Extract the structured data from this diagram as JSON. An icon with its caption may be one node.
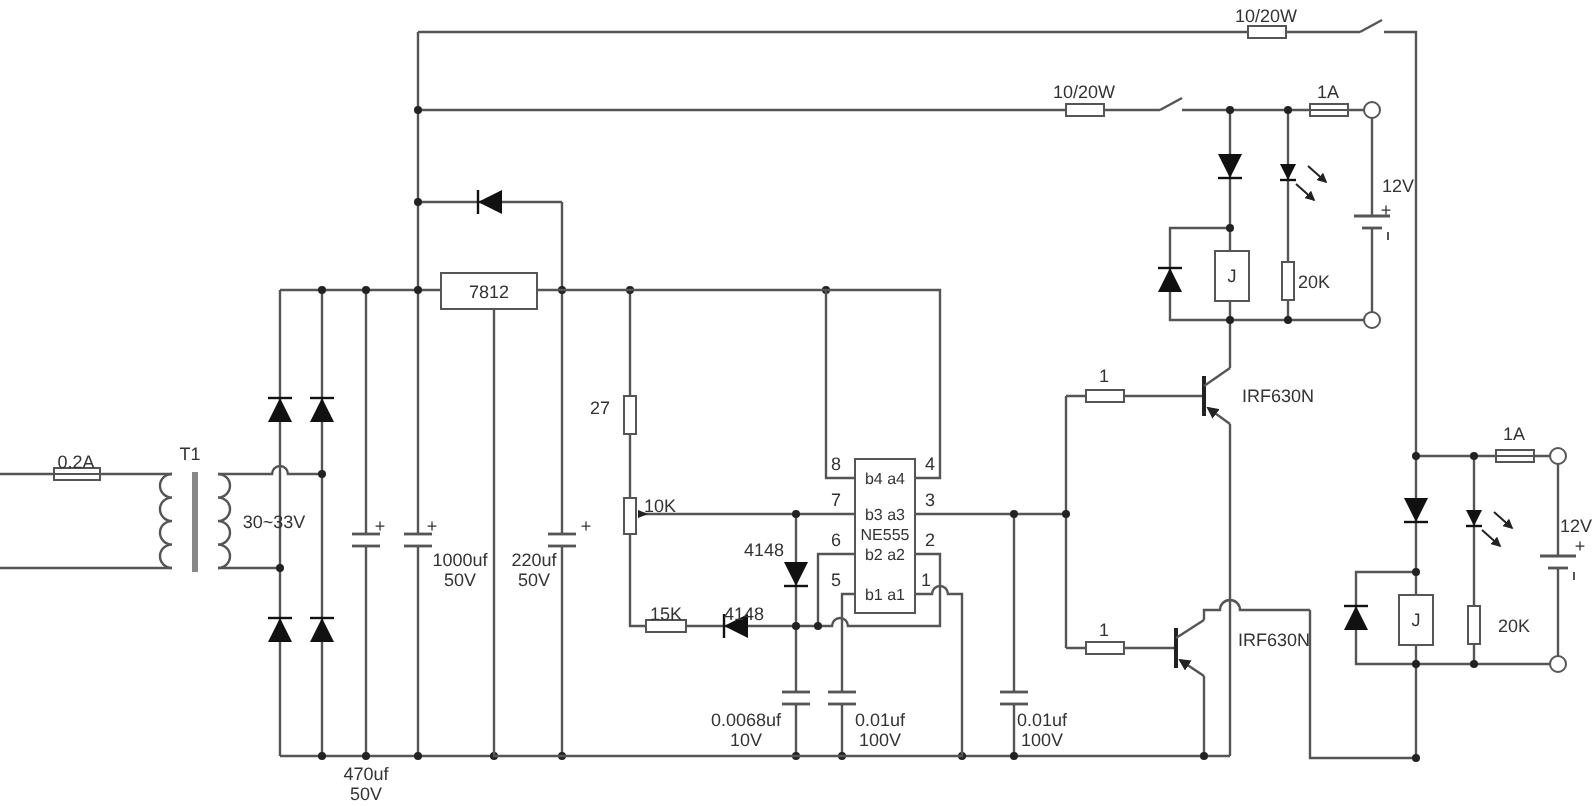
{
  "diagram": {
    "nodes": [
      {
        "text": [
          "7812"
        ]
      },
      {
        "text": [
          "b4 a4",
          "b3 a3",
          "NE555",
          "b2 a2",
          "b1 a1"
        ],
        "beside": [
          "8",
          "4",
          "7",
          "3",
          "6",
          "2",
          "5",
          "1"
        ]
      },
      {
        "text": [
          "J"
        ]
      },
      {
        "text": [
          "J"
        ]
      }
    ],
    "edges": [
      {
        "from": 0,
        "to": 1,
        "arrow": "none"
      },
      {
        "from": 0,
        "to": 1,
        "arrow": "none"
      }
    ],
    "labels": [
      "10/20W",
      "10/20W",
      "1A",
      "12V",
      "+",
      "20K",
      "IRF630N",
      "1",
      "27",
      "0.2A",
      "T1",
      "1A",
      "12V",
      "+",
      "30~33V",
      "10K",
      "4148",
      "+",
      "+",
      "+",
      "1000uf 50V",
      "220uf 50V",
      "15K",
      "4148",
      "1",
      "IRF630N",
      "20K",
      "0.0068uf 10V",
      "0.01uf 100V",
      "0.01uf 100V",
      "470uf 50V"
    ]
  }
}
